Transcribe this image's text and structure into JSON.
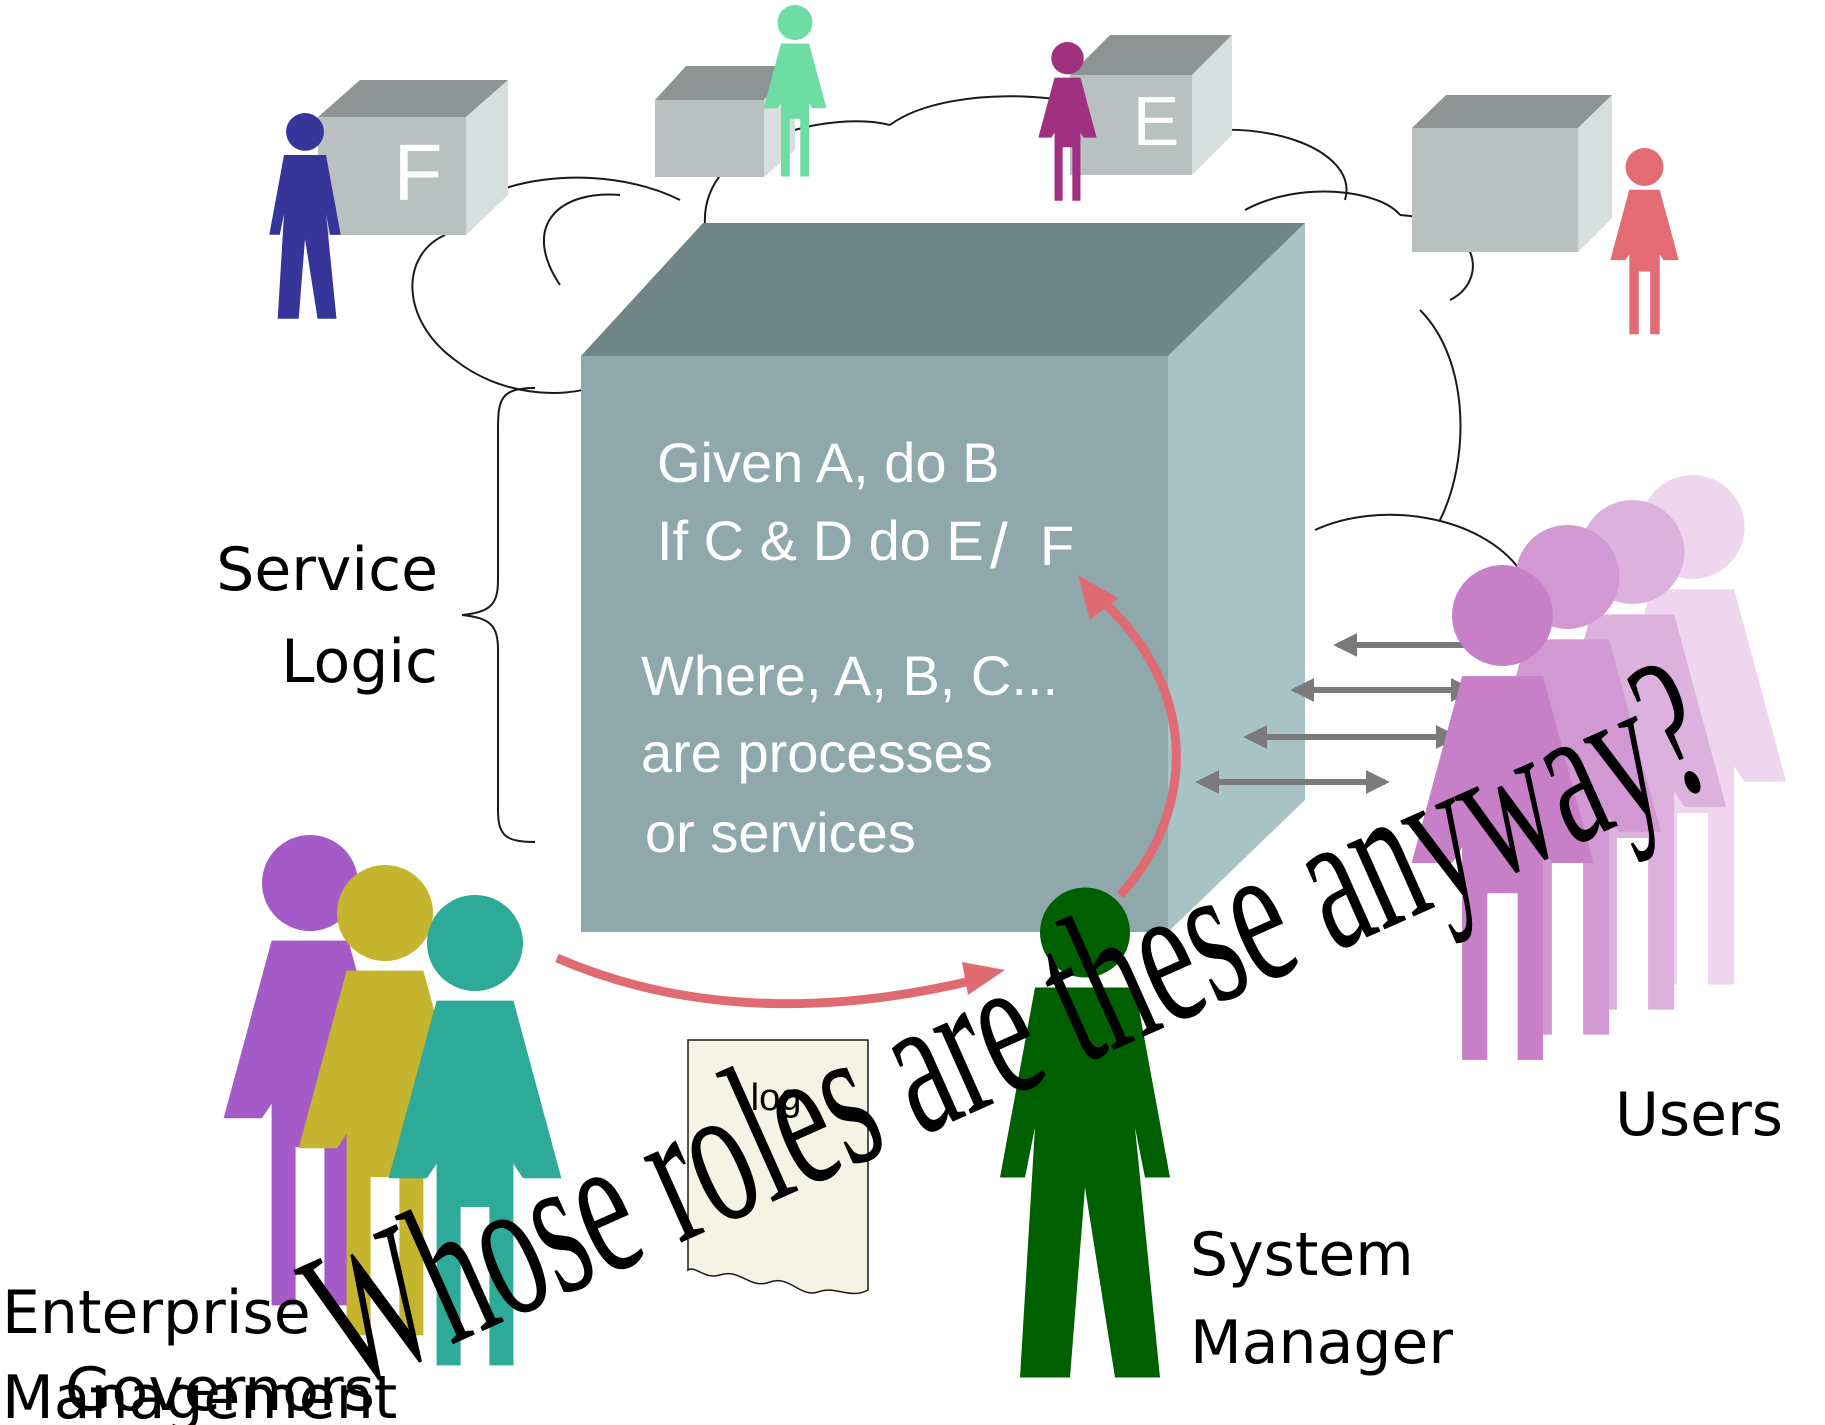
{
  "boxes": {
    "small_f_letter": "F",
    "small_e_letter": "E"
  },
  "main_box": {
    "rule_1": "Given  A, do B",
    "rule_2_prefix": "If C & D do E",
    "rule_2_struck": "/",
    "rule_2_suffix": "F",
    "where_1": "Where, A, B, C...",
    "where_2": "are processes",
    "where_3": "or services"
  },
  "labels": {
    "service_logic_1": "Service",
    "service_logic_2": "Logic",
    "users": "Users",
    "system_manager_1": "System",
    "system_manager_2": "Manager",
    "enterprise_mgmt_1": "Enterprise",
    "enterprise_mgmt_2": "Management",
    "governors": "Governors",
    "log": "log"
  },
  "headline": "Whose roles are these anyway?",
  "colors": {
    "box_front": "#8FA8AB",
    "box_top": "#6F8587",
    "box_side": "#A7C3C6",
    "small_box_front": "#B9C0C0",
    "small_box_top": "#8E9494",
    "small_box_side": "#D7DEDE",
    "arrow_red": "#E06A72",
    "arrow_gray": "#7A7A7A",
    "figure_navy": "#35359A",
    "figure_mint": "#6DDDA3",
    "figure_magenta": "#A03080",
    "figure_salmon": "#E36B74",
    "figure_purple": "#A45BC7",
    "figure_olive": "#C4B42E",
    "figure_teal": "#2EAA99",
    "figure_darkgreen": "#006000",
    "figure_users": "#C77FC7"
  }
}
